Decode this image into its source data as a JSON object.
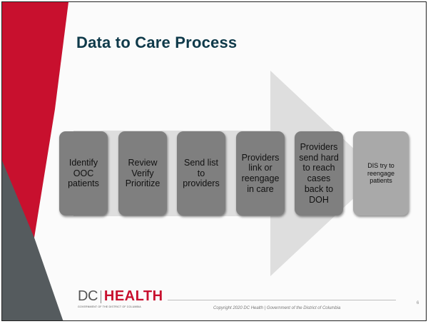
{
  "slide": {
    "title": "Data to Care Process",
    "page_number": "6",
    "copyright": "Copyright 2020 DC Health | Government of the District of Columbia"
  },
  "logo": {
    "dc": "DC",
    "health": "HEALTH",
    "subtitle": "GOVERNMENT OF THE DISTRICT OF COLUMBIA"
  },
  "process_steps": [
    {
      "label": "Identify\nOOC\npatients"
    },
    {
      "label": "Review\nVerify\nPrioritize"
    },
    {
      "label": "Send list\nto\nproviders"
    },
    {
      "label": "Providers\nlink or\nreengage\nin care"
    },
    {
      "label": "Providers\nsend hard\nto reach\ncases\nback to\nDOH"
    },
    {
      "label": "DIS try to\nreengage\npatients"
    }
  ],
  "colors": {
    "accent_red": "#c8102e",
    "dark_gray": "#555b5e",
    "title": "#0f3a4a",
    "step_dark": "#7f7f7f",
    "step_light": "#a9a9a9",
    "arrow": "#dedede"
  }
}
